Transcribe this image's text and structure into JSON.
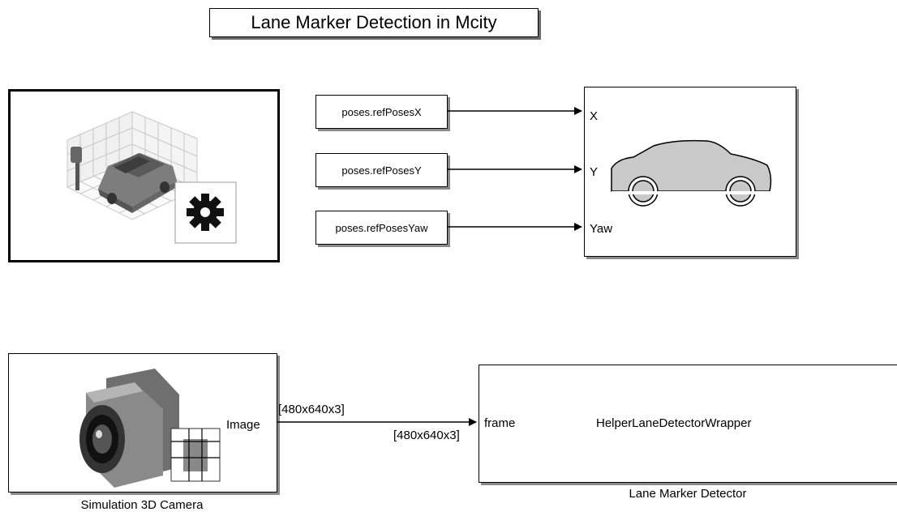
{
  "title": "Lane Marker Detection in Mcity",
  "scene_block": {
    "icon": "scene-configuration-icon"
  },
  "constants": [
    {
      "label": "poses.refPosesX"
    },
    {
      "label": "poses.refPosesY"
    },
    {
      "label": "poses.refPosesYaw"
    }
  ],
  "vehicle_block": {
    "ports": [
      "X",
      "Y",
      "Yaw"
    ],
    "icon": "car-icon"
  },
  "camera_block": {
    "output_port": "Image",
    "caption": "Simulation 3D Camera",
    "icon": "camera-icon"
  },
  "signal": {
    "src_label": "[480x640x3]",
    "dst_label": "[480x640x3]"
  },
  "detector_block": {
    "input_port": "frame",
    "function_name": "HelperLaneDetectorWrapper",
    "caption": "Lane Marker Detector"
  }
}
